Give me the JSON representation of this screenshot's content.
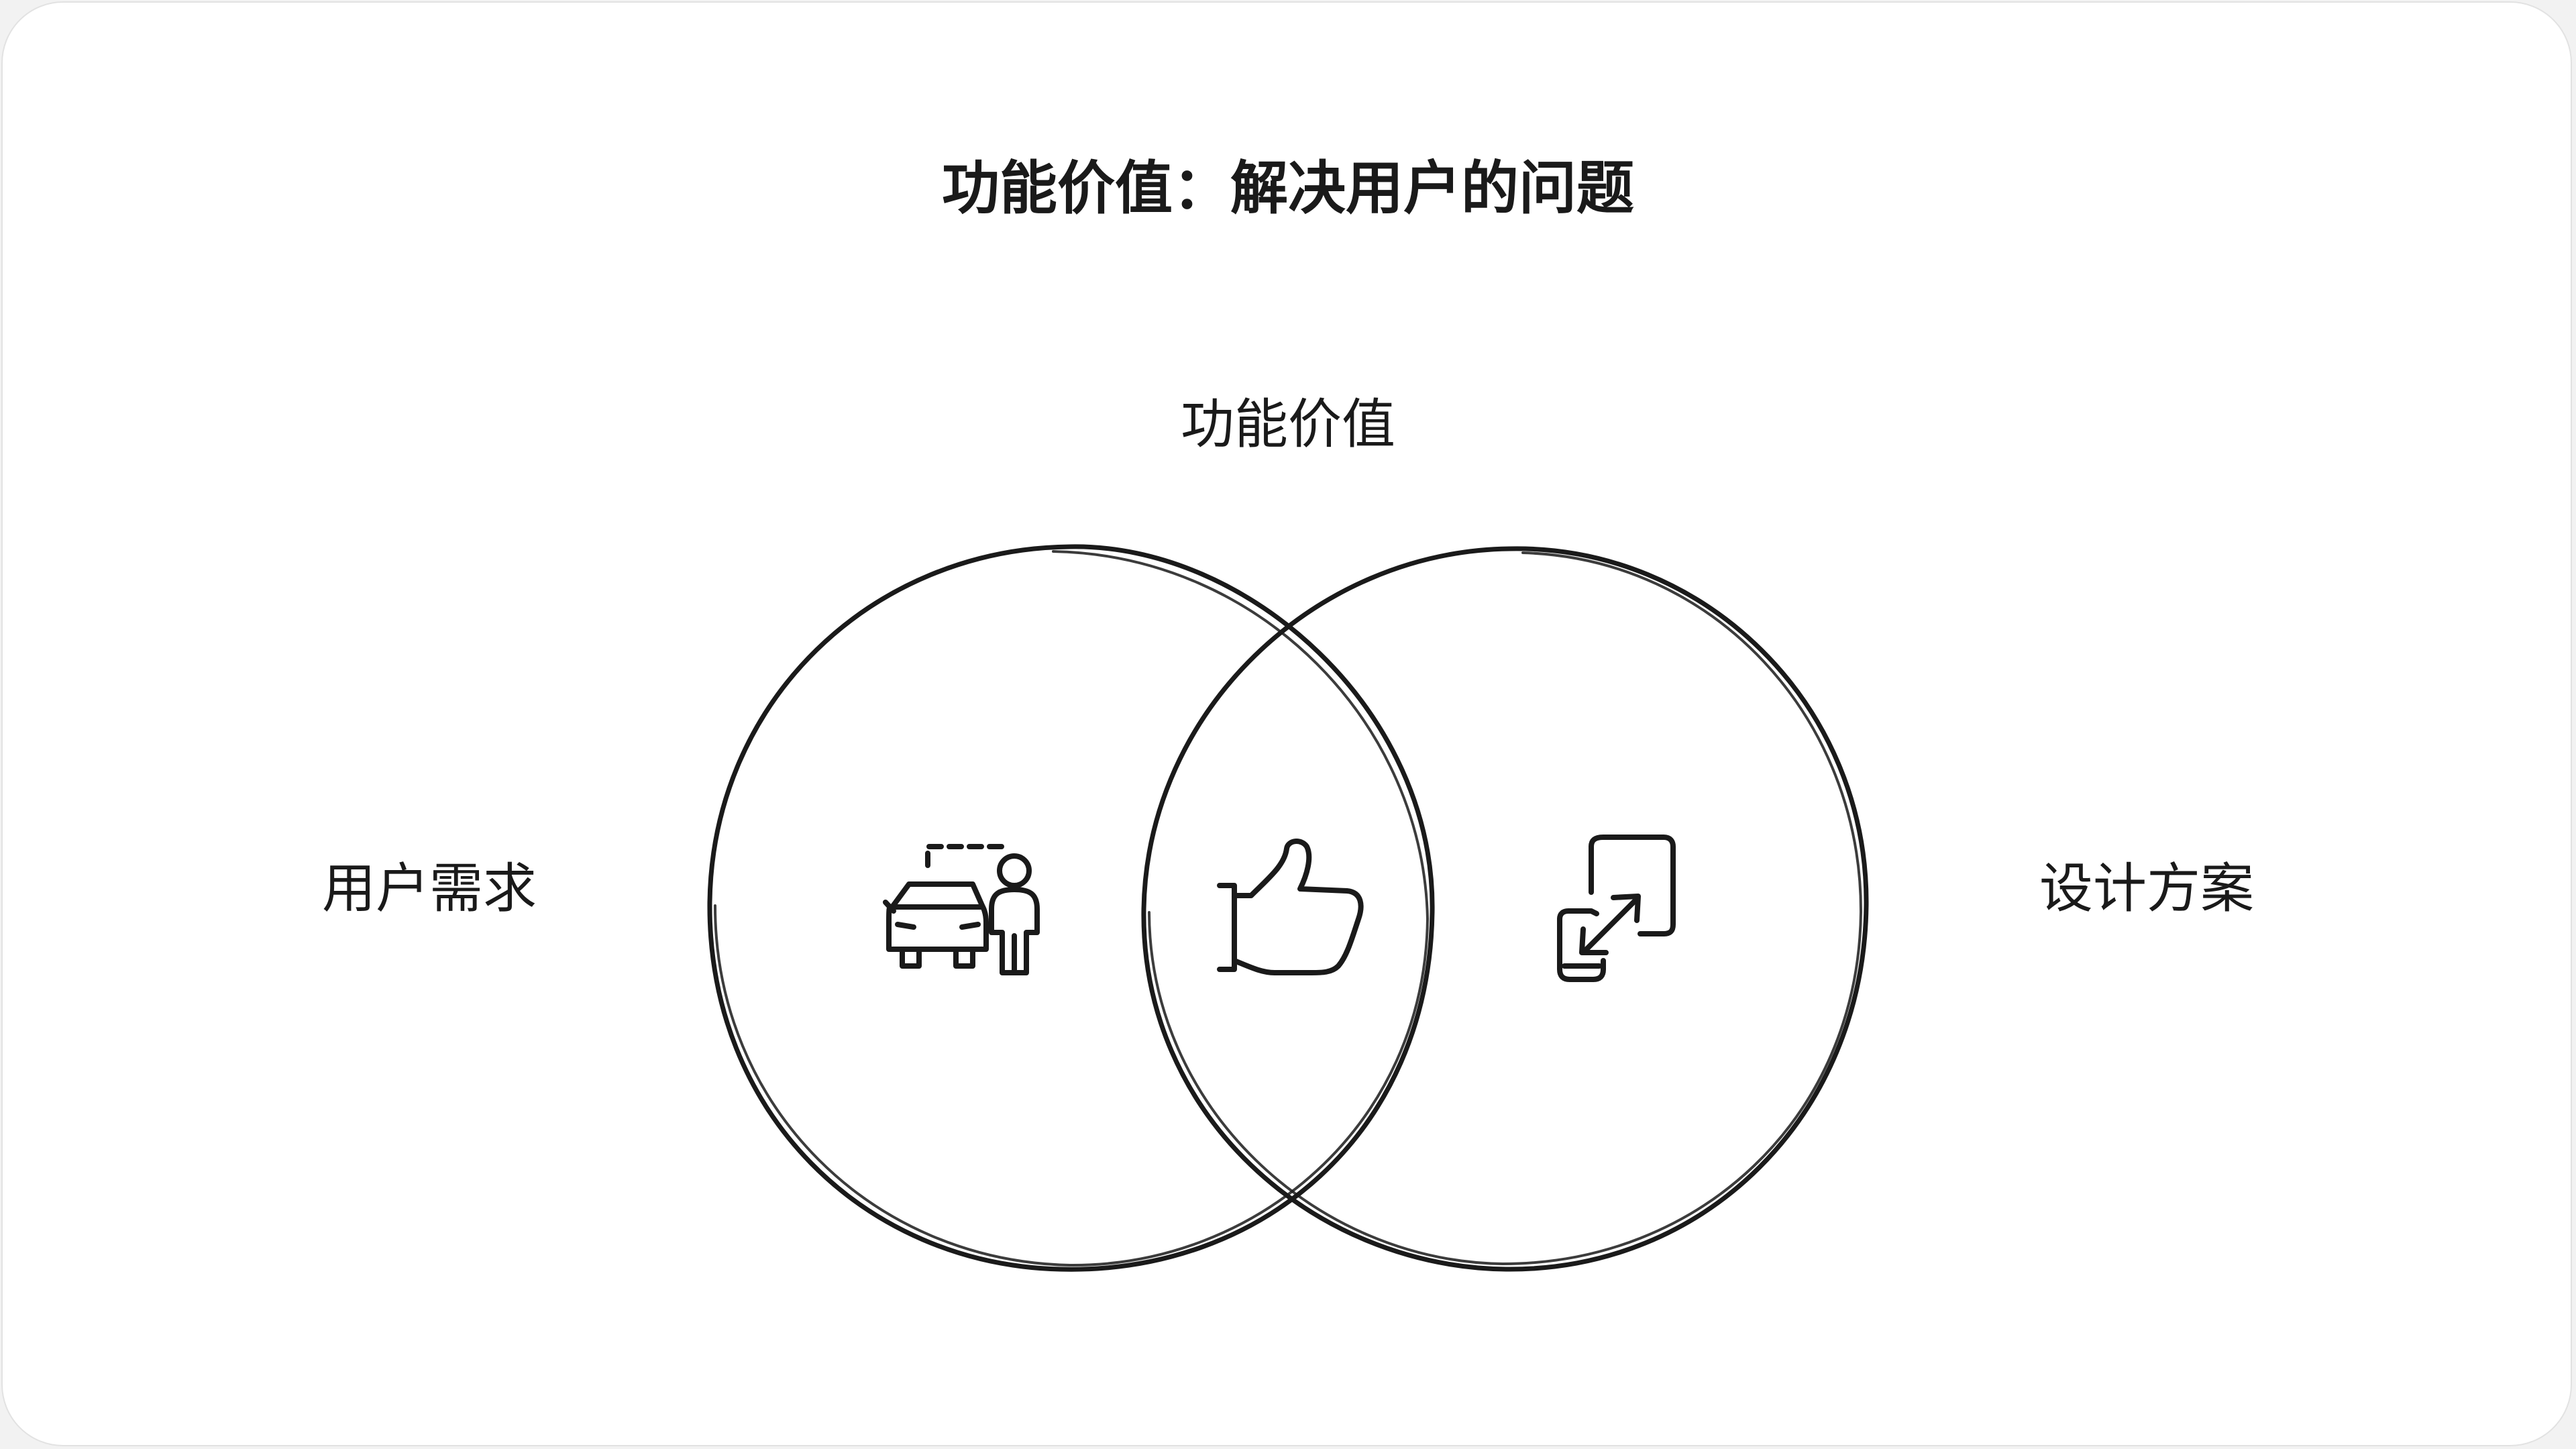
{
  "diagram": {
    "title": "功能价值：解决用户的问题",
    "intersection_label": "功能价值",
    "left_set": {
      "label": "用户需求",
      "icon": "car-and-person-icon"
    },
    "right_set": {
      "label": "设计方案",
      "icon": "resize-device-icon"
    },
    "intersection_icon": "thumbs-up-icon",
    "colors": {
      "background": "#ffffff",
      "stroke": "#1a1a1a",
      "frame": "#e2e2e2"
    }
  }
}
